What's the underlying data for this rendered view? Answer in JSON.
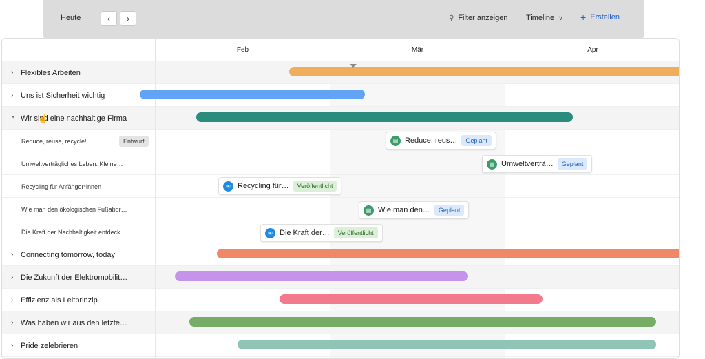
{
  "toolbar": {
    "today_label": "Heute",
    "prev_icon": "‹",
    "next_icon": "›",
    "filter_label": "Filter anzeigen",
    "view_label": "Timeline",
    "create_label": "Erstellen"
  },
  "months": [
    "Feb",
    "Mär",
    "Apr"
  ],
  "rows": [
    {
      "label": "Flexibles Arbeiten",
      "expanded": false,
      "bar_color": "#f0ae5c"
    },
    {
      "label": "Uns ist Sicherheit wichtig",
      "expanded": false,
      "bar_color": "#63a3f5"
    },
    {
      "label": "Wir sind eine nachhaltige Firma",
      "expanded": true,
      "bar_color": "#2a8c7d"
    },
    {
      "label": "Reduce, reuse, recycle!",
      "badge": "Entwurf",
      "card_title": "Reduce, reus…",
      "card_status": "Geplant",
      "card_icon": "doc-icon"
    },
    {
      "label": "Umweltverträgliches Leben: Kleine…",
      "card_title": "Umweltverträ…",
      "card_status": "Geplant",
      "card_icon": "doc-icon"
    },
    {
      "label": "Recycling für Anfänger*innen",
      "card_title": "Recycling für…",
      "card_status": "Veröffentlicht",
      "card_icon": "mail-icon"
    },
    {
      "label": "Wie man den ökologischen Fußabdr…",
      "card_title": "Wie man den…",
      "card_status": "Geplant",
      "card_icon": "doc-icon"
    },
    {
      "label": "Die Kraft der Nachhaltigkeit entdeck…",
      "card_title": "Die Kraft der…",
      "card_status": "Veröffentlicht",
      "card_icon": "mail-icon"
    },
    {
      "label": "Connecting tomorrow, today",
      "expanded": false,
      "bar_color": "#ee8866"
    },
    {
      "label": "Die Zukunft der Elektromobilit…",
      "expanded": false,
      "bar_color": "#c594ea"
    },
    {
      "label": "Effizienz als Leitprinzip",
      "expanded": false,
      "bar_color": "#f27a8c"
    },
    {
      "label": "Was haben wir aus den letzte…",
      "expanded": false,
      "bar_color": "#76ad66"
    },
    {
      "label": "Pride zelebrieren",
      "expanded": false,
      "bar_color": "#90c4b4"
    }
  ]
}
